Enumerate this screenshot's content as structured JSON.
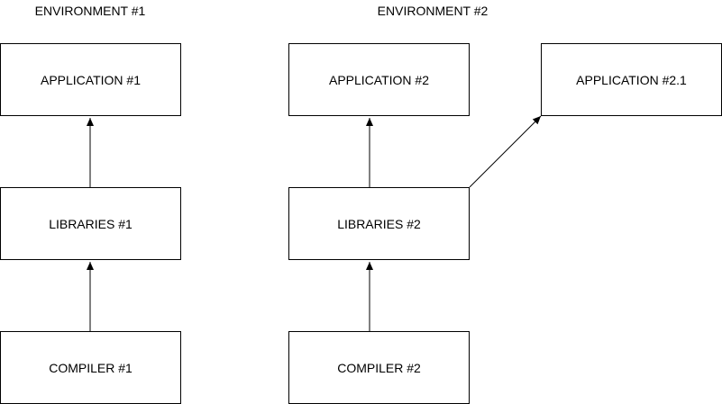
{
  "environments": [
    {
      "title": "ENVIRONMENT #1"
    },
    {
      "title": "ENVIRONMENT #2"
    }
  ],
  "nodes": {
    "app1": "APPLICATION #1",
    "lib1": "LIBRARIES #1",
    "comp1": "COMPILER #1",
    "app2": "APPLICATION #2",
    "lib2": "LIBRARIES #2",
    "comp2": "COMPILER #2",
    "app21": "APPLICATION #2.1"
  },
  "edges": [
    {
      "from": "comp1",
      "to": "lib1"
    },
    {
      "from": "lib1",
      "to": "app1"
    },
    {
      "from": "comp2",
      "to": "lib2"
    },
    {
      "from": "lib2",
      "to": "app2"
    },
    {
      "from": "lib2",
      "to": "app21"
    }
  ]
}
